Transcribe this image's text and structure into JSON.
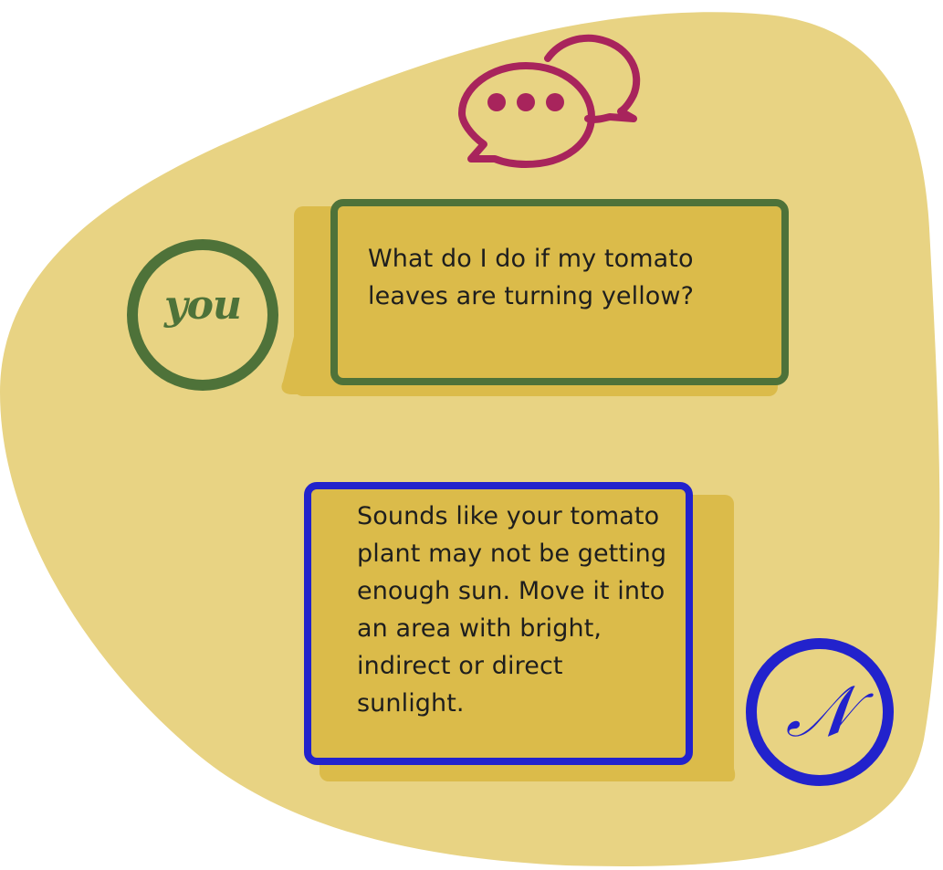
{
  "colors": {
    "background_blob": "#e8d383",
    "bubble_fill": "#dbbb4a",
    "user_accent": "#4e7239",
    "assistant_accent": "#2222cc",
    "chat_icon": "#a8245c",
    "text": "#1e1e1e"
  },
  "header_icon": "chat-bubbles-icon",
  "user": {
    "avatar_label": "you",
    "message": "What do I do if my tomato leaves are turning yellow?"
  },
  "assistant": {
    "avatar_label": "𝒩",
    "message": "Sounds like your tomato plant may not be getting enough sun. Move it into an area with bright, indirect or direct sunlight."
  }
}
